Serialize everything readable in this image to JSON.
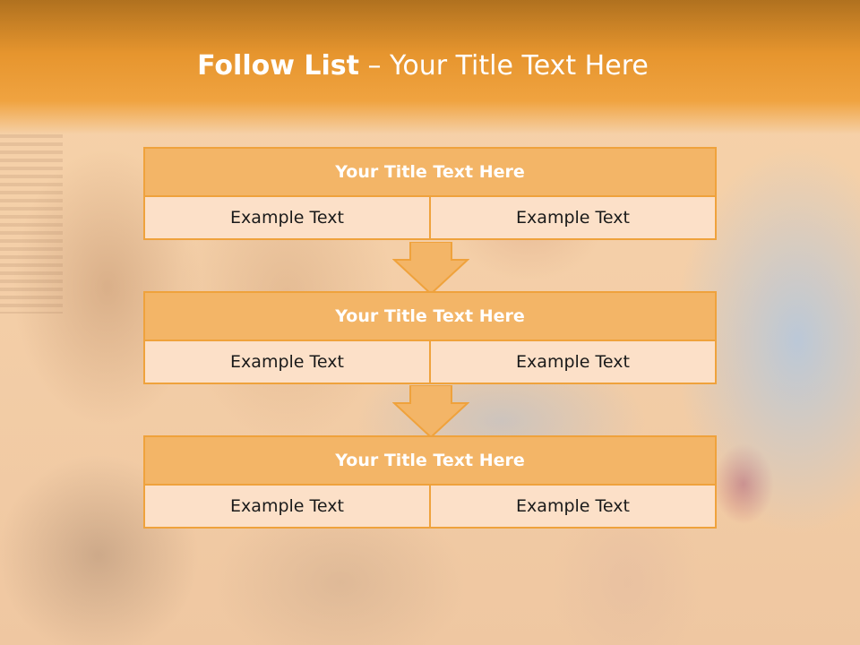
{
  "slide": {
    "title_bold": "Follow List",
    "title_rest": " – Your Title Text Here"
  },
  "steps": [
    {
      "title": "Your Title Text Here",
      "left": "Example Text",
      "right": "Example Text"
    },
    {
      "title": "Your Title Text Here",
      "left": "Example Text",
      "right": "Example Text"
    },
    {
      "title": "Your Title Text Here",
      "left": "Example Text",
      "right": "Example Text"
    }
  ],
  "colors": {
    "header": "#e6952e",
    "box_title_fill": "#f3b567",
    "box_border": "#efa23c",
    "cell_fill": "#fce0c8",
    "arrow_fill": "#f3b567"
  }
}
